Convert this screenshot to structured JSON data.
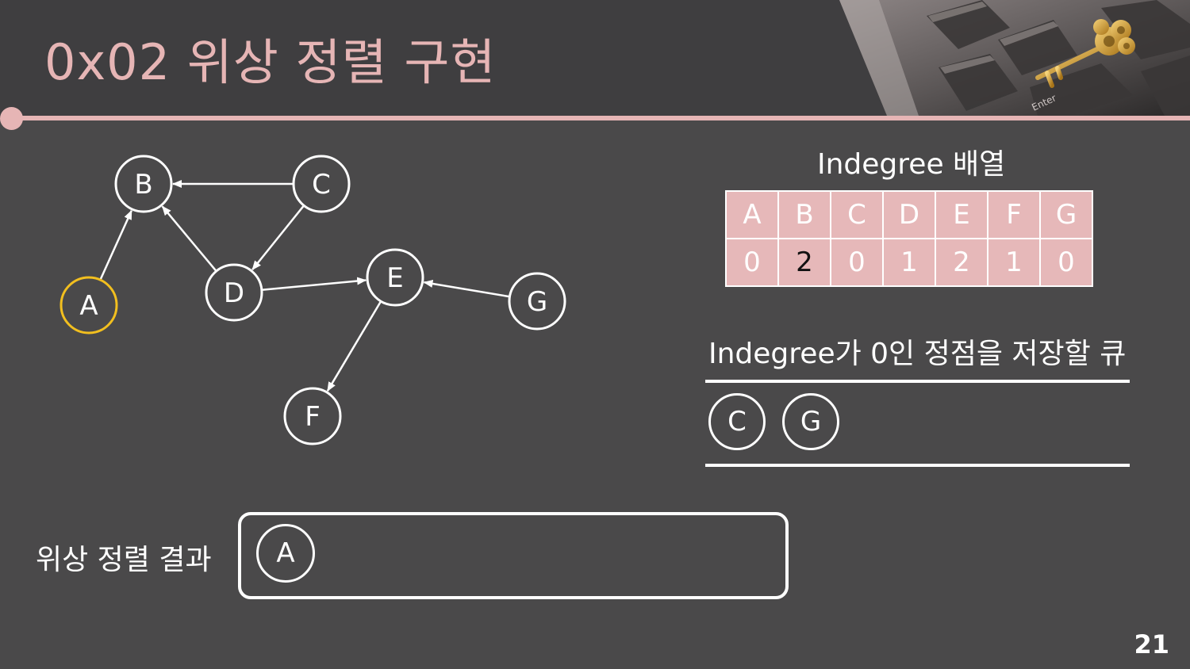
{
  "slide": {
    "title": "0x02  위상 정렬 구현",
    "page_number": "21",
    "colors": {
      "accent": "#e6b5b5",
      "background": "#4a494a",
      "header": "#3f3e40",
      "highlight": "#f2bf1f"
    },
    "decoration_image": "keyboard-enter-key-with-golden-key-photo"
  },
  "graph": {
    "nodes": [
      {
        "id": "A",
        "label": "A",
        "highlighted": true
      },
      {
        "id": "B",
        "label": "B"
      },
      {
        "id": "C",
        "label": "C"
      },
      {
        "id": "D",
        "label": "D"
      },
      {
        "id": "E",
        "label": "E"
      },
      {
        "id": "F",
        "label": "F"
      },
      {
        "id": "G",
        "label": "G"
      }
    ],
    "edges": [
      {
        "from": "A",
        "to": "B"
      },
      {
        "from": "C",
        "to": "B"
      },
      {
        "from": "D",
        "to": "B"
      },
      {
        "from": "C",
        "to": "D"
      },
      {
        "from": "D",
        "to": "E"
      },
      {
        "from": "G",
        "to": "E"
      },
      {
        "from": "E",
        "to": "F"
      }
    ]
  },
  "indegree": {
    "title": "Indegree 배열",
    "headers": [
      "A",
      "B",
      "C",
      "D",
      "E",
      "F",
      "G"
    ],
    "values": [
      "0",
      "2",
      "0",
      "1",
      "2",
      "1",
      "0"
    ],
    "highlight_index": 1
  },
  "queue": {
    "title": "Indegree가 0인 정점을 저장할 큐",
    "items": [
      "C",
      "G"
    ]
  },
  "result": {
    "label": "위상 정렬 결과",
    "items": [
      "A"
    ]
  }
}
